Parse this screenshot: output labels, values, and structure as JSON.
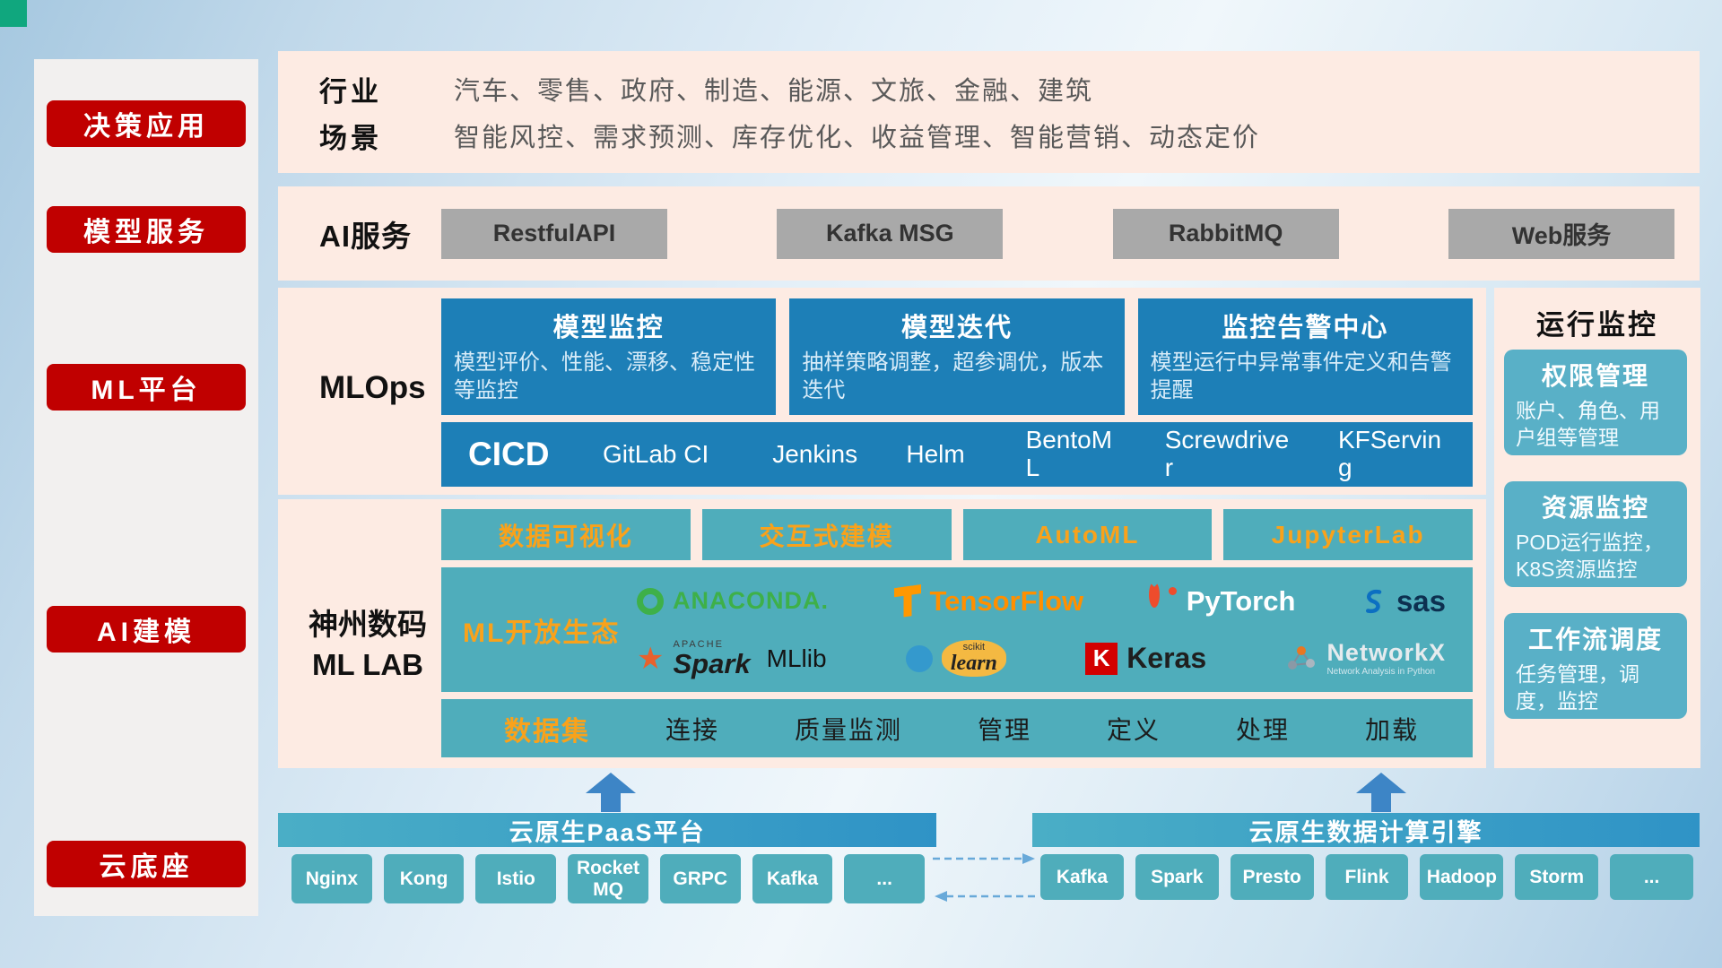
{
  "palette": {
    "accent_red": "#c00000",
    "panel_pink": "#fdebe3",
    "card_blue": "#1d7fb7",
    "teal": "#4fadbb",
    "teal_light": "#59b0c7",
    "orange_accent": "#f9a21b",
    "infra_bar_blue": "#3a9cc4",
    "arrow_blue": "#3d85c6"
  },
  "sidebar": {
    "items": [
      {
        "label": "决策应用"
      },
      {
        "label": "模型服务"
      },
      {
        "label": "ML平台"
      },
      {
        "label": "AI建模"
      },
      {
        "label": "云底座"
      }
    ]
  },
  "industry": {
    "rows": [
      {
        "label": "行业",
        "value": "汽车、零售、政府、制造、能源、文旅、金融、建筑"
      },
      {
        "label": "场景",
        "value": "智能风控、需求预测、库存优化、收益管理、智能营销、动态定价"
      }
    ]
  },
  "ai_service": {
    "label": "AI服务",
    "items": [
      "RestfulAPI",
      "Kafka MSG",
      "RabbitMQ",
      "Web服务"
    ]
  },
  "mlops": {
    "label": "MLOps",
    "cards": [
      {
        "title": "模型监控",
        "desc": "模型评价、性能、漂移、稳定性等监控"
      },
      {
        "title": "模型迭代",
        "desc": "抽样策略调整，超参调优，版本迭代"
      },
      {
        "title": "监控告警中心",
        "desc": "模型运行中异常事件定义和告警提醒"
      }
    ],
    "cicd": {
      "label": "CICD",
      "items": [
        "GitLab CI",
        "Jenkins",
        "Helm",
        "BentoML",
        "Screwdriver",
        "KFServing"
      ]
    }
  },
  "mllab": {
    "label_line1": "神州数码",
    "label_line2": "ML LAB",
    "tools": [
      "数据可视化",
      "交互式建模",
      "AutoML",
      "JupyterLab"
    ],
    "ecosystem": {
      "label": "ML开放生态",
      "logos": {
        "anaconda": "ANACONDA.",
        "tensorflow": "TensorFlow",
        "pytorch": "PyTorch",
        "sas": "sas",
        "spark_brand": "APACHE",
        "spark": "Spark",
        "mllib": "MLlib",
        "sklearn_top": "scikit",
        "sklearn": "learn",
        "keras_letter": "K",
        "keras": "Keras",
        "networkx": "NetworkX",
        "networkx_sub": "Network Analysis in Python"
      }
    },
    "dataset": {
      "label": "数据集",
      "items": [
        "连接",
        "质量监测",
        "管理",
        "定义",
        "处理",
        "加载"
      ]
    }
  },
  "monitor": {
    "title": "运行监控",
    "cards": [
      {
        "title": "权限管理",
        "desc": "账户、角色、用户组等管理"
      },
      {
        "title": "资源监控",
        "desc": "POD运行监控，K8S资源监控"
      },
      {
        "title": "工作流调度",
        "desc": "任务管理，调度，监控"
      }
    ]
  },
  "foundation": {
    "paas": {
      "title": "云原生PaaS平台",
      "items": [
        "Nginx",
        "Kong",
        "Istio",
        "RocketMQ",
        "GRPC",
        "Kafka",
        "..."
      ]
    },
    "engine": {
      "title": "云原生数据计算引擎",
      "items": [
        "Kafka",
        "Spark",
        "Presto",
        "Flink",
        "Hadoop",
        "Storm",
        "..."
      ]
    }
  }
}
